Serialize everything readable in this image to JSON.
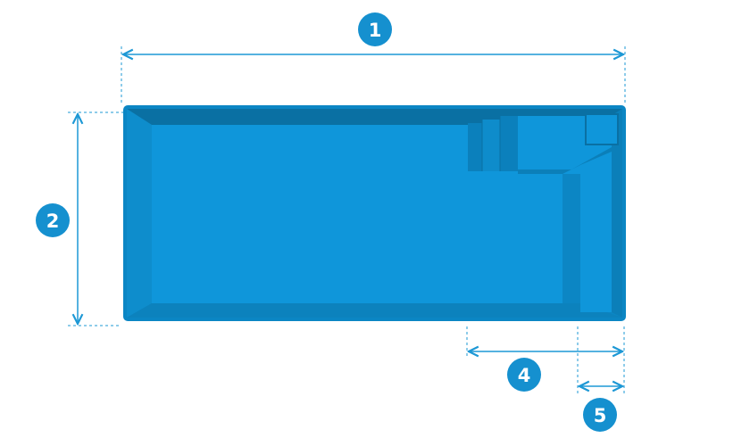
{
  "colors": {
    "accent": "#1d98d5",
    "badge": "#1590cf",
    "pool_water": "#0f96da",
    "pool_rim": "#0a76ac",
    "pool_edge": "#0b86c4"
  },
  "markers": [
    {
      "id": "1",
      "label": "1"
    },
    {
      "id": "2",
      "label": "2"
    },
    {
      "id": "4",
      "label": "4"
    },
    {
      "id": "5",
      "label": "5"
    }
  ]
}
